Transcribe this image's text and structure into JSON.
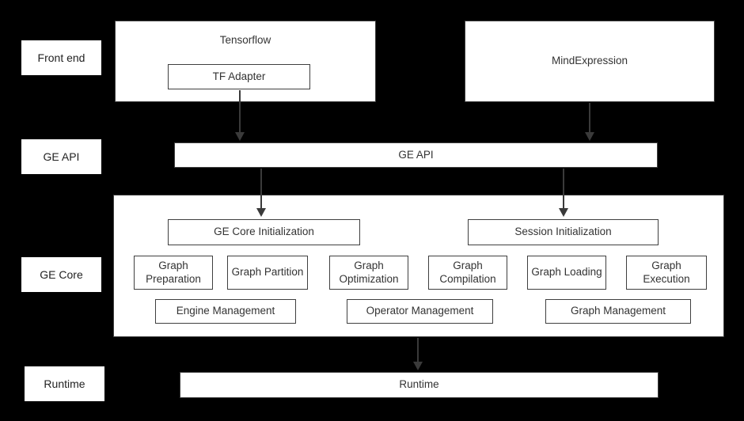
{
  "colors": {
    "background": "#000000",
    "box_fill": "#ffffff",
    "box_border": "#3f3f3f",
    "text": "#333333",
    "arrow": "#3a3a3a"
  },
  "side_labels": {
    "front_end": "Front end",
    "ge_api": "GE API",
    "ge_core": "GE Core",
    "runtime": "Runtime"
  },
  "front_end": {
    "tensorflow_title": "Tensorflow",
    "tf_adapter": "TF Adapter",
    "mindexpression_title": "MindExpression"
  },
  "ge_api_bar": "GE API",
  "ge_core": {
    "init": [
      "GE Core Initialization",
      "Session Initialization"
    ],
    "modules": [
      "Graph Preparation",
      "Graph Partition",
      "Graph Optimization",
      "Graph Compilation",
      "Graph Loading",
      "Graph Execution"
    ],
    "management": [
      "Engine Management",
      "Operator Management",
      "Graph Management"
    ]
  },
  "runtime_bar": "Runtime"
}
